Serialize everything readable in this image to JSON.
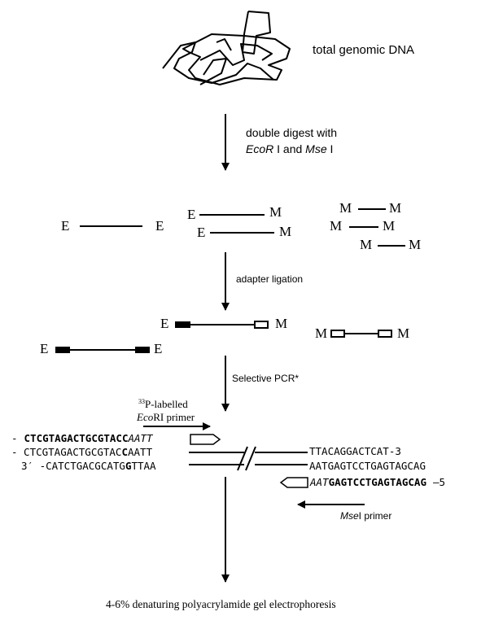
{
  "labels": {
    "total_genomic_dna": "total genomic DNA",
    "digest_line1": "double digest with",
    "digest_ecor": "EcoR",
    "digest_ecor_suffix": " I and ",
    "digest_mse": "Mse",
    "digest_mse_suffix": " I",
    "adapter_ligation": "adapter ligation",
    "selective_pcr": "Selective PCR*",
    "primer_sup": "33",
    "primer_line1": "P-labelled",
    "primer_eco": "Eco",
    "primer_eco_suffix": "RI primer",
    "mse_primer_italic": "Mse",
    "mse_primer_suffix": "I primer",
    "electrophoresis": "4-6% denaturing polyacrylamide gel electrophoresis"
  },
  "end_labels": {
    "E": "E",
    "M": "M"
  },
  "sequences": {
    "primer_dash": "-",
    "primer_bold": "CTCGTAGACTGCGTACC",
    "primer_italic": "AATT",
    "top_prefix": "- CTCGTAGACTGCGTAC",
    "top_bold": "C",
    "top_suffix": "AATT",
    "bottom_prefix": "3′ -CATCTGACGCATG",
    "bottom_bold": "G",
    "bottom_suffix": "TTAA",
    "right_top": "TTACAGGACTCAT-3",
    "right_bottom": "AATGAGTCCTGAGTAGCAG",
    "mse_italic": "AAT",
    "mse_bold": "GAGTCCTGAGTAGCAG",
    "mse_end": "—5"
  }
}
